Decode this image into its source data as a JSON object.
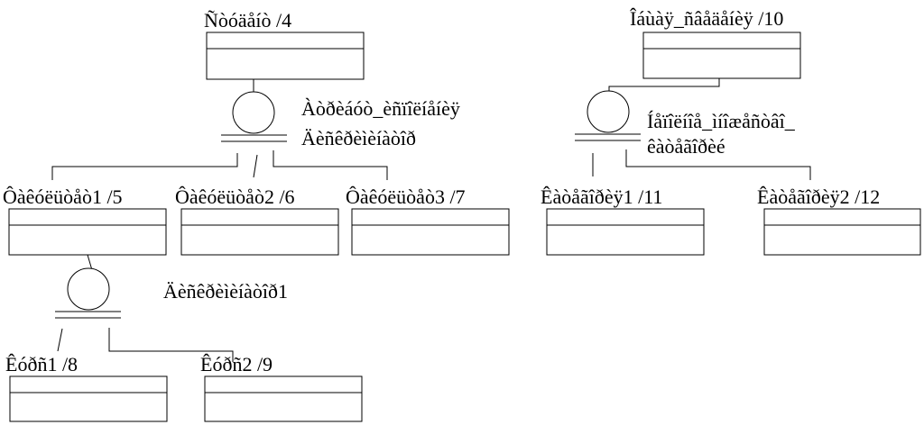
{
  "diagram": {
    "entities": {
      "students": "Ñòóäåíò /4",
      "general_info": "Îáùàÿ_ñâåäåíèÿ /10",
      "faculty1": "Ôàêóëüòåò1 /5",
      "faculty2": "Ôàêóëüòåò2 /6",
      "faculty3": "Ôàêóëüòåò3 /7",
      "category1": "Êàòåãîðèÿ1 /11",
      "category2": "Êàòåãîðèÿ2 /12",
      "course1": "Êóðñ1 /8",
      "course2": "Êóðñ2 /9"
    },
    "generalizations": {
      "attribute_line1": "Àòðèáóò_èñïîëíåíèÿ",
      "attribute_line2": "Äèñêðèìèíàòîð",
      "discriminator1": "Äèñêðèìèíàòîð1",
      "general_line1": "Íåïîëíîå_ìíîæåñòâî_",
      "general_line2": "êàòåãîðèé"
    }
  }
}
